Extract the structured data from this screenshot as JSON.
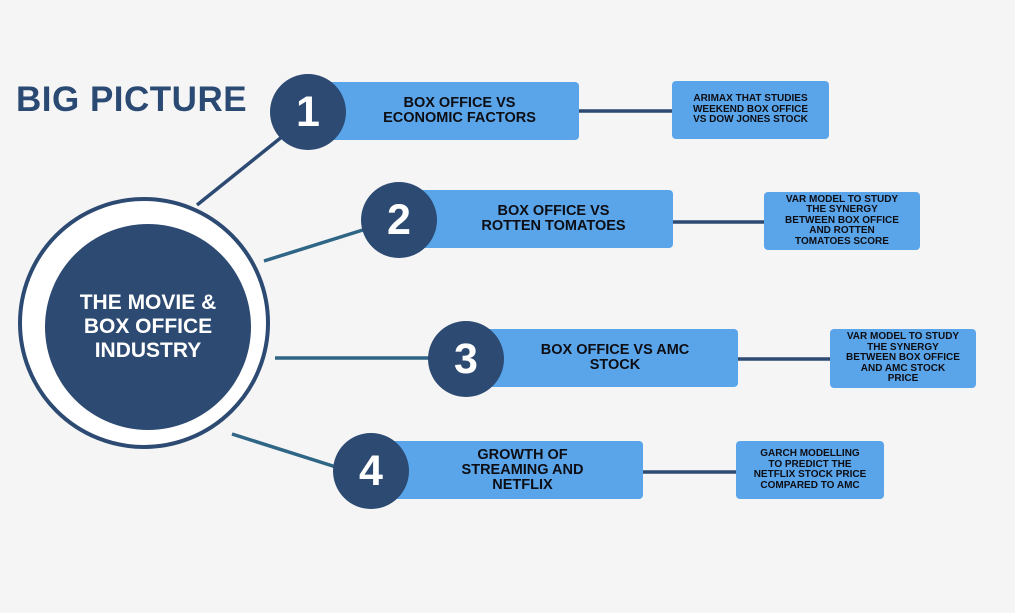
{
  "title": "BIG PICTURE",
  "hub": {
    "label": "THE MOVIE &\nBOX OFFICE\nINDUSTRY"
  },
  "branches": [
    {
      "number": "1",
      "topic": "BOX OFFICE VS\nECONOMIC FACTORS",
      "method": "ARIMAX THAT STUDIES\nWEEKEND BOX OFFICE\nVS DOW JONES STOCK"
    },
    {
      "number": "2",
      "topic": "BOX OFFICE VS\nROTTEN TOMATOES",
      "method": "VAR MODEL TO STUDY\nTHE SYNERGY\nBETWEEN BOX OFFICE\nAND ROTTEN\nTOMATOES SCORE"
    },
    {
      "number": "3",
      "topic": "BOX OFFICE VS AMC\nSTOCK",
      "method": "VAR MODEL TO STUDY\nTHE SYNERGY\nBETWEEN BOX OFFICE\nAND AMC STOCK\nPRICE"
    },
    {
      "number": "4",
      "topic": "GROWTH OF\nSTREAMING AND\nNETFLIX",
      "method": "GARCH MODELLING\nTO PREDICT THE\nNETFLIX STOCK PRICE\nCOMPARED TO AMC"
    }
  ],
  "colors": {
    "navy": "#2c4a72",
    "box_blue": "#5aa5e9",
    "connector": "#2c4a72",
    "background": "#f5f5f6"
  }
}
